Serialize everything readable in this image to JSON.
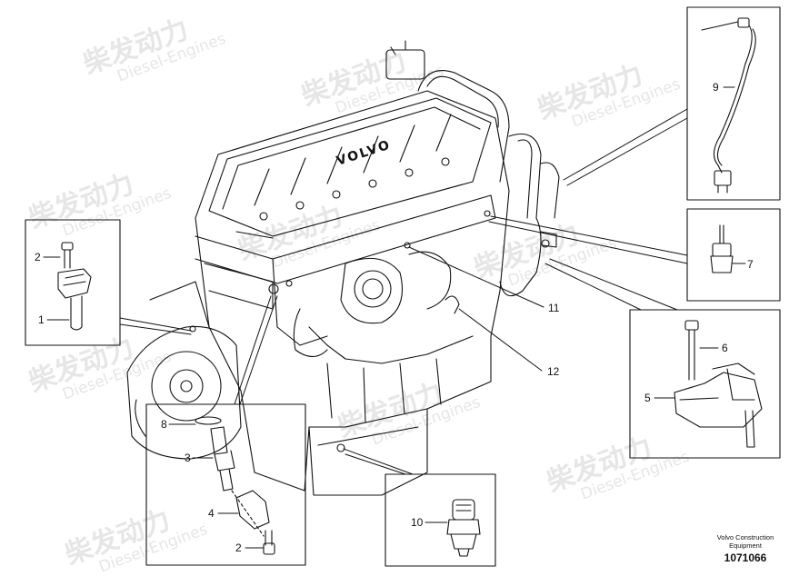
{
  "watermark": {
    "cn": "柴发动力",
    "en": "Diesel-Engines"
  },
  "engine": {
    "brand_text": "VOLVO"
  },
  "callouts": {
    "c1": "1",
    "c2a": "2",
    "c2b": "2",
    "c3": "3",
    "c4": "4",
    "c5": "5",
    "c6": "6",
    "c7": "7",
    "c8": "8",
    "c9": "9",
    "c10": "10",
    "c11": "11",
    "c12": "12"
  },
  "footer": {
    "org_line1": "Volvo Construction",
    "org_line2": "Equipment",
    "drawing_no": "1071066"
  }
}
